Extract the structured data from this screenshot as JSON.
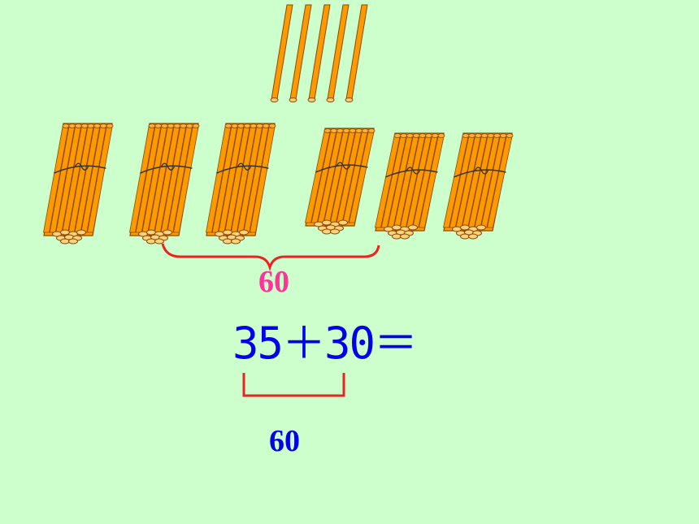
{
  "colors": {
    "background": "#ccffcc",
    "stick_fill": "#ff9900",
    "stick_edge": "#8a4a00",
    "brace": "#ee2222",
    "label_pink": "#ff3399",
    "label_blue": "#0000ee"
  },
  "loose_sticks": {
    "count": 5
  },
  "bundles": {
    "count": 6
  },
  "brace_top": {
    "label": "60"
  },
  "equation": {
    "text": "35＋30＝"
  },
  "bracket_bottom": {
    "label": "60"
  }
}
